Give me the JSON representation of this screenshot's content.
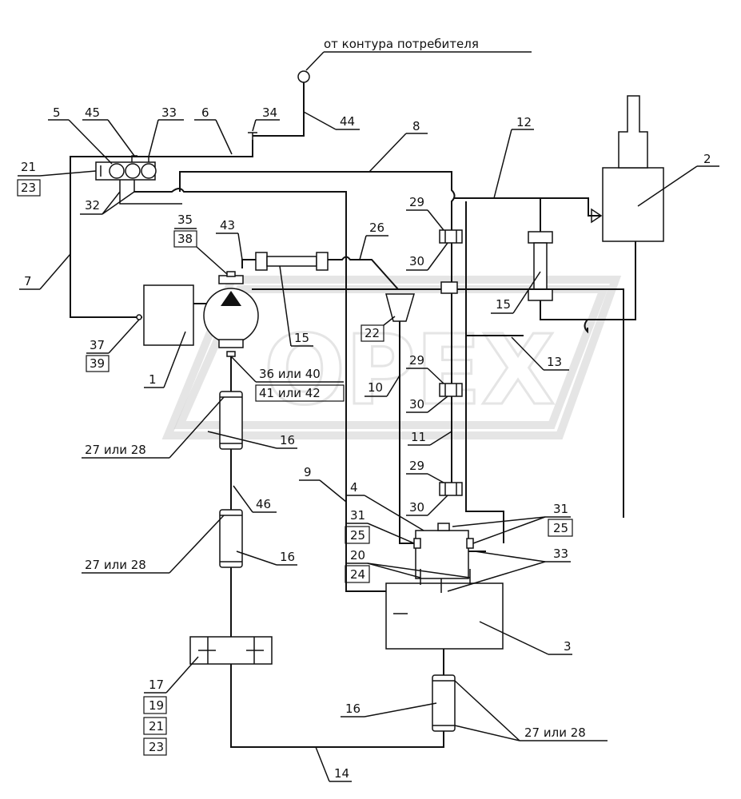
{
  "header_text": "от контура потребителя",
  "labels": {
    "l1": "1",
    "l2": "2",
    "l3": "3",
    "l4": "4",
    "l5": "5",
    "l6": "6",
    "l7": "7",
    "l8": "8",
    "l9": "9",
    "l10": "10",
    "l11": "11",
    "l12": "12",
    "l13": "13",
    "l14": "14",
    "l15a": "15",
    "l15b": "15",
    "l16a": "16",
    "l16b": "16",
    "l16c": "16",
    "l17": "17",
    "l19": "19",
    "l21a": "21",
    "l21b": "21",
    "l20": "20",
    "l22": "22",
    "l23a": "23",
    "l23b": "23",
    "l24": "24",
    "l25a": "25",
    "l25b": "25",
    "l26": "26",
    "l2728a": "27 или 28",
    "l2728b": "27 или 28",
    "l2728c": "27 или 28",
    "l29a": "29",
    "l29b": "29",
    "l29c": "29",
    "l30a": "30",
    "l30b": "30",
    "l30c": "30",
    "l31a": "31",
    "l31b": "31",
    "l32": "32",
    "l33a": "33",
    "l33b": "33",
    "l34": "34",
    "l35": "35",
    "l3640": "36 или 40",
    "l37": "37",
    "l38": "38",
    "l39": "39",
    "l4142": "41 или 42",
    "l43": "43",
    "l44": "44",
    "l45": "45",
    "l46": "46"
  },
  "watermark_text": "OPEX"
}
